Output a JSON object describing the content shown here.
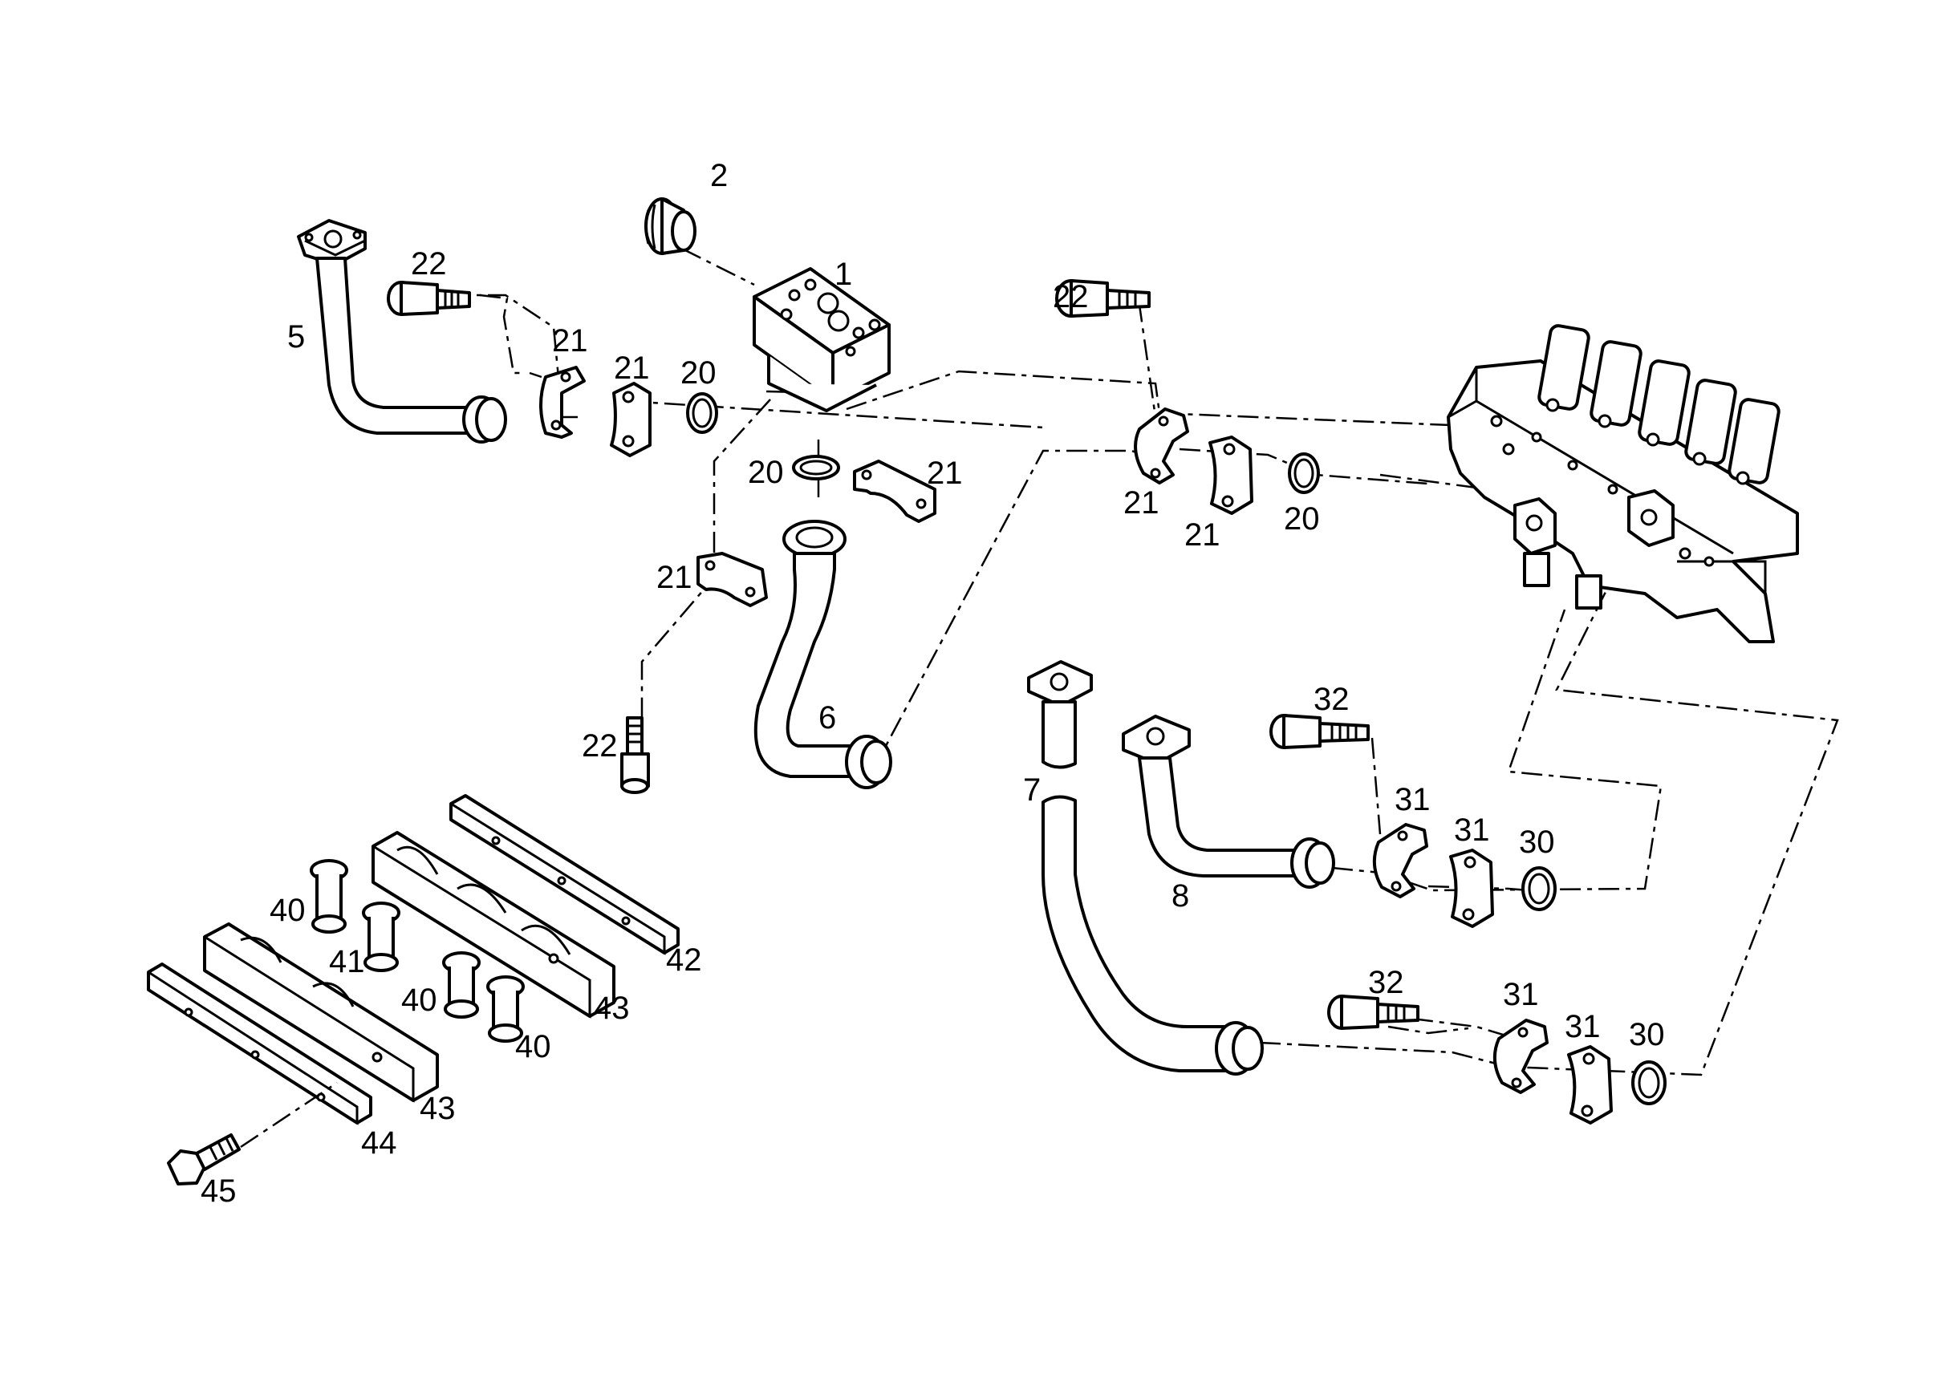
{
  "labels": [
    {
      "id": "1",
      "text": "1"
    },
    {
      "id": "2",
      "text": "2"
    },
    {
      "id": "5",
      "text": "5"
    },
    {
      "id": "6",
      "text": "6"
    },
    {
      "id": "7",
      "text": "7"
    },
    {
      "id": "8",
      "text": "8"
    },
    {
      "id": "20a",
      "text": "20"
    },
    {
      "id": "20b",
      "text": "20"
    },
    {
      "id": "20c",
      "text": "20"
    },
    {
      "id": "21a",
      "text": "21"
    },
    {
      "id": "21b",
      "text": "21"
    },
    {
      "id": "21c",
      "text": "21"
    },
    {
      "id": "21d",
      "text": "21"
    },
    {
      "id": "21e",
      "text": "21"
    },
    {
      "id": "21f",
      "text": "21"
    },
    {
      "id": "22a",
      "text": "22"
    },
    {
      "id": "22b",
      "text": "22"
    },
    {
      "id": "22c",
      "text": "22"
    },
    {
      "id": "30a",
      "text": "30"
    },
    {
      "id": "30b",
      "text": "30"
    },
    {
      "id": "31a",
      "text": "31"
    },
    {
      "id": "31b",
      "text": "31"
    },
    {
      "id": "31c",
      "text": "31"
    },
    {
      "id": "31d",
      "text": "31"
    },
    {
      "id": "32a",
      "text": "32"
    },
    {
      "id": "32b",
      "text": "32"
    },
    {
      "id": "40a",
      "text": "40"
    },
    {
      "id": "40b",
      "text": "40"
    },
    {
      "id": "40c",
      "text": "40"
    },
    {
      "id": "41",
      "text": "41"
    },
    {
      "id": "42",
      "text": "42"
    },
    {
      "id": "43a",
      "text": "43"
    },
    {
      "id": "43b",
      "text": "43"
    },
    {
      "id": "44",
      "text": "44"
    },
    {
      "id": "45",
      "text": "45"
    }
  ]
}
